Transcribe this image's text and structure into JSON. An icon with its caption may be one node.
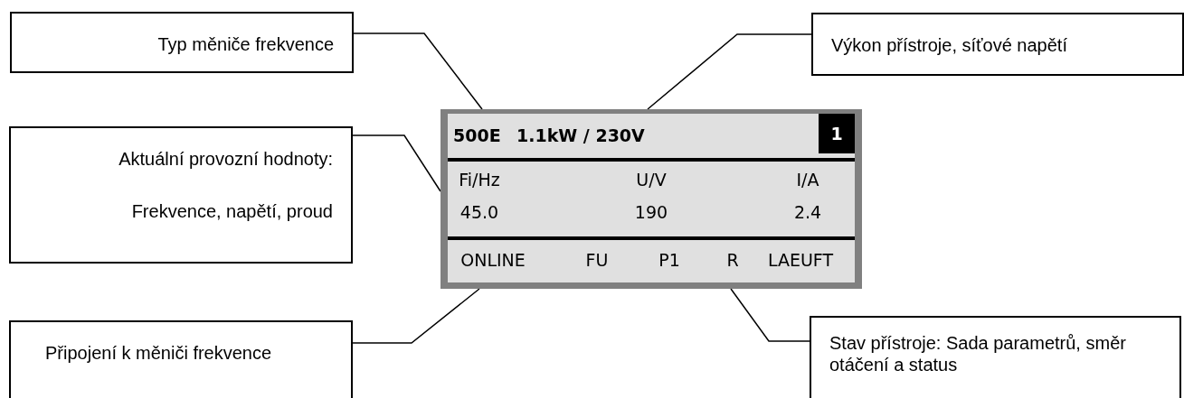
{
  "diagram": {
    "nodes": [
      {
        "text": [
          "Typ měniče frekvence"
        ]
      },
      {
        "text": [
          "Výkon přístroje, síťové napětí"
        ]
      },
      {
        "text": [
          "Aktuální provozní hodnoty:",
          "Frekvence, napětí, proud"
        ]
      },
      {
        "text": [
          "Připojení k měniči frekvence"
        ]
      },
      {
        "text": [
          "Stav přístroje: Sada parametrů, směr otáčení a status"
        ]
      },
      {
        "text": [],
        "shape": "box"
      }
    ],
    "edges": [
      {
        "from": 0,
        "to": 5,
        "arrow": "none"
      },
      {
        "from": 1,
        "to": 5,
        "arrow": "none"
      },
      {
        "from": 2,
        "to": 5,
        "arrow": "none"
      },
      {
        "from": 3,
        "to": 5,
        "arrow": "none"
      },
      {
        "from": 4,
        "to": 5,
        "arrow": "none"
      }
    ],
    "labels": [
      "500E",
      "1.1kW / 230V",
      "1",
      "Fi/Hz",
      "U/V",
      "I/A",
      "45.0",
      "190",
      "2.4",
      "ONLINE",
      "FU",
      "P1",
      "R",
      "LAEUFT"
    ]
  }
}
